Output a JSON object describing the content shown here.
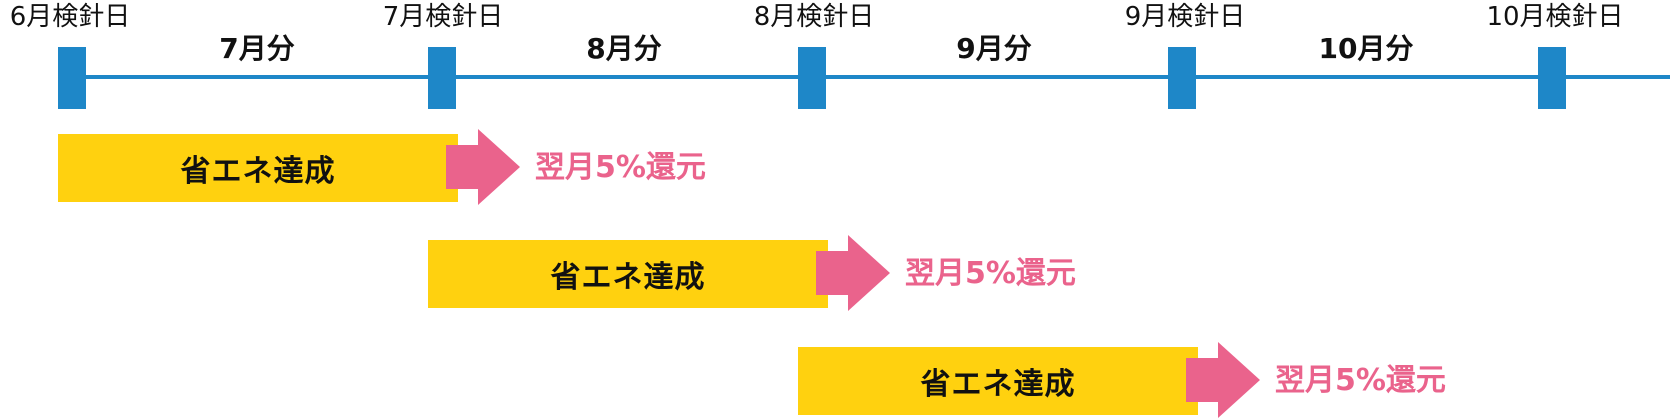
{
  "colors": {
    "timeline": "#1e87c8",
    "marker": "#1e87c8",
    "bar": "#ffd10f",
    "arrow": "#ea638c",
    "reward_text": "#ea638c"
  },
  "meter_reading_days": [
    "6月検針日",
    "7月検針日",
    "8月検針日",
    "9月検針日",
    "10月検針日"
  ],
  "periods": [
    "7月分",
    "8月分",
    "9月分",
    "10月分"
  ],
  "achievements": [
    {
      "label": "省エネ達成",
      "reward": "翌月5%還元"
    },
    {
      "label": "省エネ達成",
      "reward": "翌月5%還元"
    },
    {
      "label": "省エネ達成",
      "reward": "翌月5%還元"
    }
  ]
}
